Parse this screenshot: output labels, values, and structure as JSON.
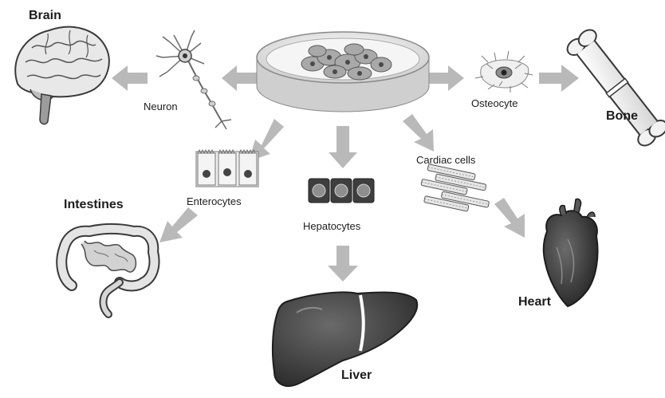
{
  "labels": {
    "brain": "Brain",
    "neuron": "Neuron",
    "osteocyte": "Osteocyte",
    "bone": "Bone",
    "cardiac_cells": "Cardiac cells",
    "enterocytes": "Enterocytes",
    "hepatocytes": "Hepatocytes",
    "intestines": "Intestines",
    "heart": "Heart",
    "liver": "Liver"
  },
  "colors": {
    "arrow": "#b9b9b9",
    "organ_dark": "#3f3f3f",
    "organ_light": "#e6e6e6",
    "outline": "#3a3a3a"
  }
}
